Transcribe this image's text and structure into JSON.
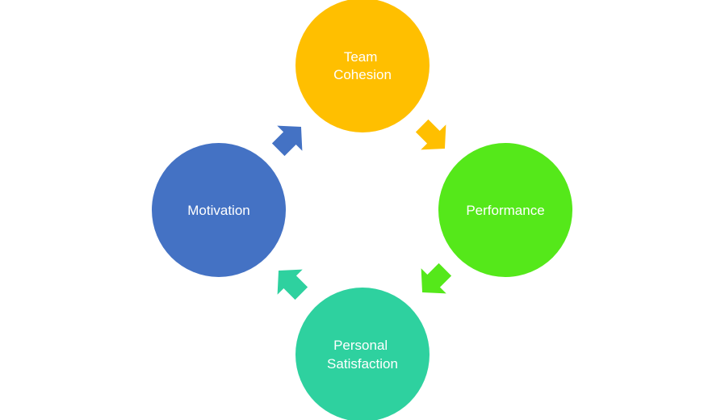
{
  "diagram": {
    "type": "cycle",
    "nodes": [
      {
        "id": "team-cohesion",
        "label_lines": [
          "Team",
          "Cohesion"
        ],
        "color": "#FFBF00"
      },
      {
        "id": "performance",
        "label_lines": [
          "Performance"
        ],
        "color": "#55E81A"
      },
      {
        "id": "personal-satisfaction",
        "label_lines": [
          "Personal",
          "Satisfaction"
        ],
        "color": "#2ED19F"
      },
      {
        "id": "motivation",
        "label_lines": [
          "Motivation"
        ],
        "color": "#4472C4"
      }
    ],
    "edges": [
      {
        "from": "team-cohesion",
        "to": "performance",
        "color": "#FFBF00"
      },
      {
        "from": "performance",
        "to": "personal-satisfaction",
        "color": "#55E81A"
      },
      {
        "from": "personal-satisfaction",
        "to": "motivation",
        "color": "#2ED19F"
      },
      {
        "from": "motivation",
        "to": "team-cohesion",
        "color": "#4472C4"
      }
    ]
  }
}
